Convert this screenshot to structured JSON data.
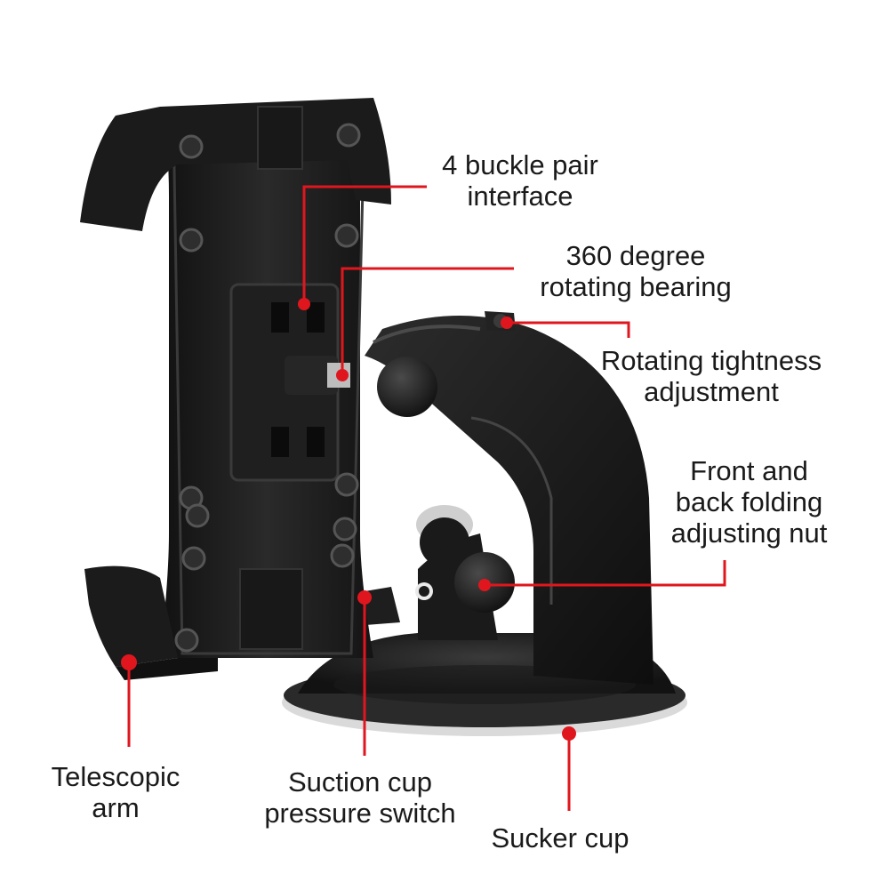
{
  "labels": {
    "buckle_interface": [
      "4 buckle pair",
      "interface"
    ],
    "rotating_bearing": [
      "360 degree",
      "rotating bearing"
    ],
    "tightness_adjustment": [
      "Rotating tightness",
      "adjustment"
    ],
    "folding_nut": [
      "Front and",
      "back folding",
      "adjusting nut"
    ],
    "telescopic_arm": [
      "Telescopic",
      "arm"
    ],
    "pressure_switch": [
      "Suction cup",
      "pressure switch"
    ],
    "sucker_cup": [
      "Sucker cup"
    ]
  },
  "colors": {
    "callout_line": "#e0161e",
    "product_body": "#1c1c1c",
    "product_highlight": "#3a3a3a",
    "suction_rim": "#d8d8d8",
    "text": "#1a1a1a"
  }
}
